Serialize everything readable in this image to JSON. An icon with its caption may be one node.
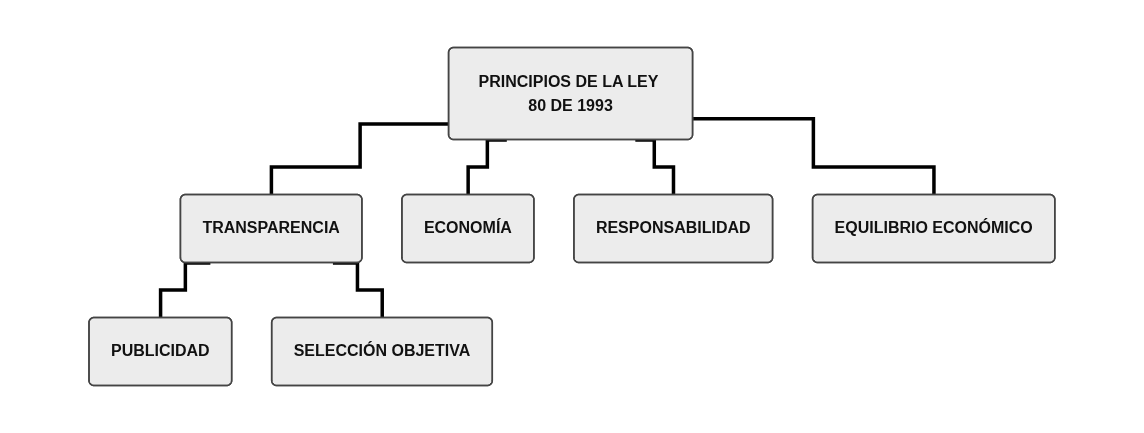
{
  "diagram": {
    "nodes": [
      {
        "text": [
          "PRINCIPIOS DE LA LEY 80 DE 1993"
        ]
      },
      {
        "text": [
          "TRANSPARENCIA"
        ]
      },
      {
        "text": [
          "ECONOMÍA"
        ]
      },
      {
        "text": [
          "RESPONSABILIDAD"
        ]
      },
      {
        "text": [
          "EQUILIBRIO ECONÓMICO"
        ]
      },
      {
        "text": [
          "PUBLICIDAD"
        ]
      },
      {
        "text": [
          "SELECCIÓN OBJETIVA"
        ]
      }
    ],
    "edges": [
      {
        "from": 0,
        "to": 1,
        "arrow": "none"
      },
      {
        "from": 0,
        "to": 2,
        "arrow": "none"
      },
      {
        "from": 0,
        "to": 3,
        "arrow": "none"
      },
      {
        "from": 0,
        "to": 4,
        "arrow": "none"
      },
      {
        "from": 1,
        "to": 5,
        "arrow": "none"
      },
      {
        "from": 1,
        "to": 6,
        "arrow": "none"
      }
    ]
  }
}
